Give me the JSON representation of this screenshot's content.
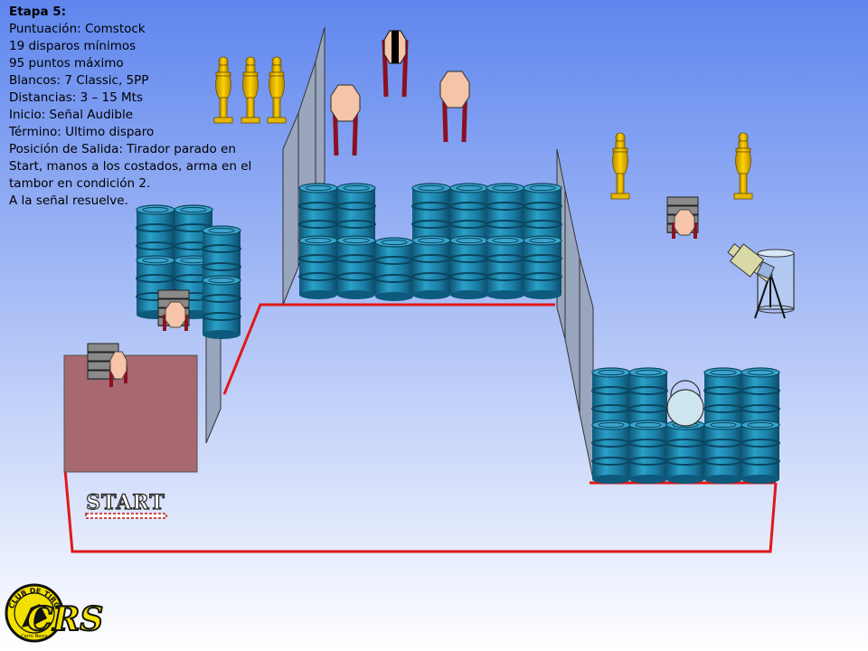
{
  "colors": {
    "sky_top": "#5f86ee",
    "sky_bottom": "#ffffff",
    "fault_line": "#e01818",
    "start_box": "#a86870",
    "barrel": "#1e7ea4",
    "barrel_top": "#3b9fc6",
    "popper": "#f2c200",
    "target_pink": "#f6c4a8",
    "target_stand": "#8b1020",
    "wall": "#9aa6bd",
    "logo_yellow": "#f2e000"
  },
  "icons": [
    "popper-target-icon",
    "paper-target-icon",
    "barrel-icon",
    "wall-panel-icon",
    "no-shoot-ring-icon",
    "swinger-target-icon",
    "logo-icon"
  ],
  "stage": {
    "title": "Etapa 5:",
    "scoring": "Puntuación: Comstock",
    "min_shots": "19 disparos mínimos",
    "max_points": "95 puntos máximo",
    "targets": "Blancos: 7 Classic, 5PP",
    "distances": "Distancias: 3 – 15 Mts",
    "start_signal": "Inicio: Señal Audible",
    "end": "Término: Ultimo disparo",
    "start_position": "Posición de Salida: Tirador parado en Start, manos a los costados, arma en el tambor en condición 2.",
    "procedure": "A la señal resuelve."
  },
  "start_label": "START",
  "logo": {
    "club_text": "CLUB DE TIRO",
    "initials": "CRS",
    "sub_text": "Cerro Navia"
  }
}
